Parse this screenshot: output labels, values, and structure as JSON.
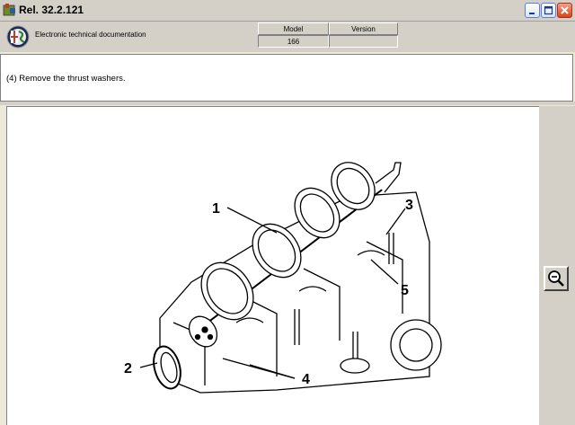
{
  "window": {
    "title": "Rel. 32.2.121"
  },
  "header": {
    "app_name": "Electronic technical documentation",
    "model_label": "Model",
    "model_value": "166",
    "version_label": "Version",
    "version_value": ""
  },
  "instruction": {
    "text": "(4) Remove the thrust washers."
  },
  "diagram": {
    "callouts": [
      "1",
      "2",
      "3",
      "4",
      "5"
    ]
  },
  "controls": {
    "zoom_icon": "magnifier-zoom-icon"
  }
}
